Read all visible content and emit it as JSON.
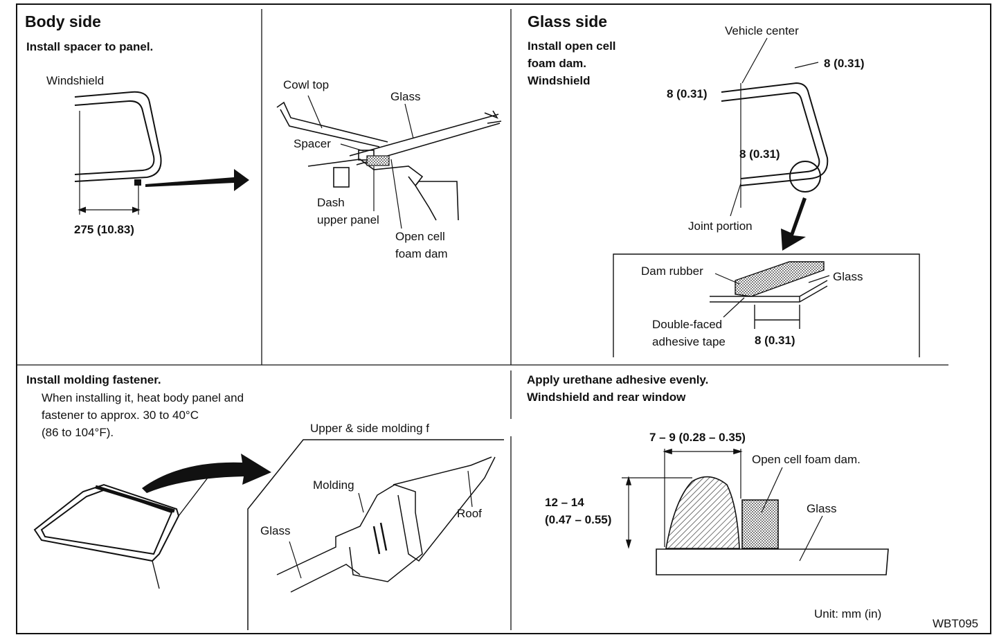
{
  "panel_body": {
    "heading": "Body side",
    "instruction": "Install spacer to panel.",
    "windshield": "Windshield",
    "dimension": "275 (10.83)"
  },
  "panel_cowl": {
    "cowl_top": "Cowl top",
    "glass": "Glass",
    "spacer": "Spacer",
    "dash_line1": "Dash",
    "dash_line2": "upper panel",
    "foam_line1": "Open cell",
    "foam_line2": "foam dam"
  },
  "panel_glass": {
    "heading": "Glass side",
    "instr_line1": "Install open cell",
    "instr_line2": "foam dam.",
    "instr_line3": "Windshield",
    "vehicle_center": "Vehicle center",
    "dim_a": "8 (0.31)",
    "dim_b": "8 (0.31)",
    "dim_c": "8 (0.31)",
    "joint_portion": "Joint portion",
    "dam_rubber": "Dam rubber",
    "glass": "Glass",
    "tape_line1": "Double-faced",
    "tape_line2": "adhesive tape",
    "dim_d": "8 (0.31)"
  },
  "panel_molding": {
    "heading": "Install molding fastener.",
    "note_line1": "When installing it, heat body panel and",
    "note_line2": "fastener to approx. 30 to 40°C",
    "note_line3": "(86 to 104°F).",
    "inset_title": "Upper & side molding f",
    "molding": "Molding",
    "glass": "Glass",
    "roof": "Roof"
  },
  "panel_urethane": {
    "heading_line1": "Apply urethane adhesive evenly.",
    "heading_line2": "Windshield and rear window",
    "width_dim": "7 – 9 (0.28 – 0.35)",
    "foam_dam": "Open cell foam dam.",
    "height_line1": "12 – 14",
    "height_line2": "(0.47 – 0.55)",
    "glass": "Glass",
    "unit": "Unit: mm (in)",
    "code": "WBT095"
  }
}
